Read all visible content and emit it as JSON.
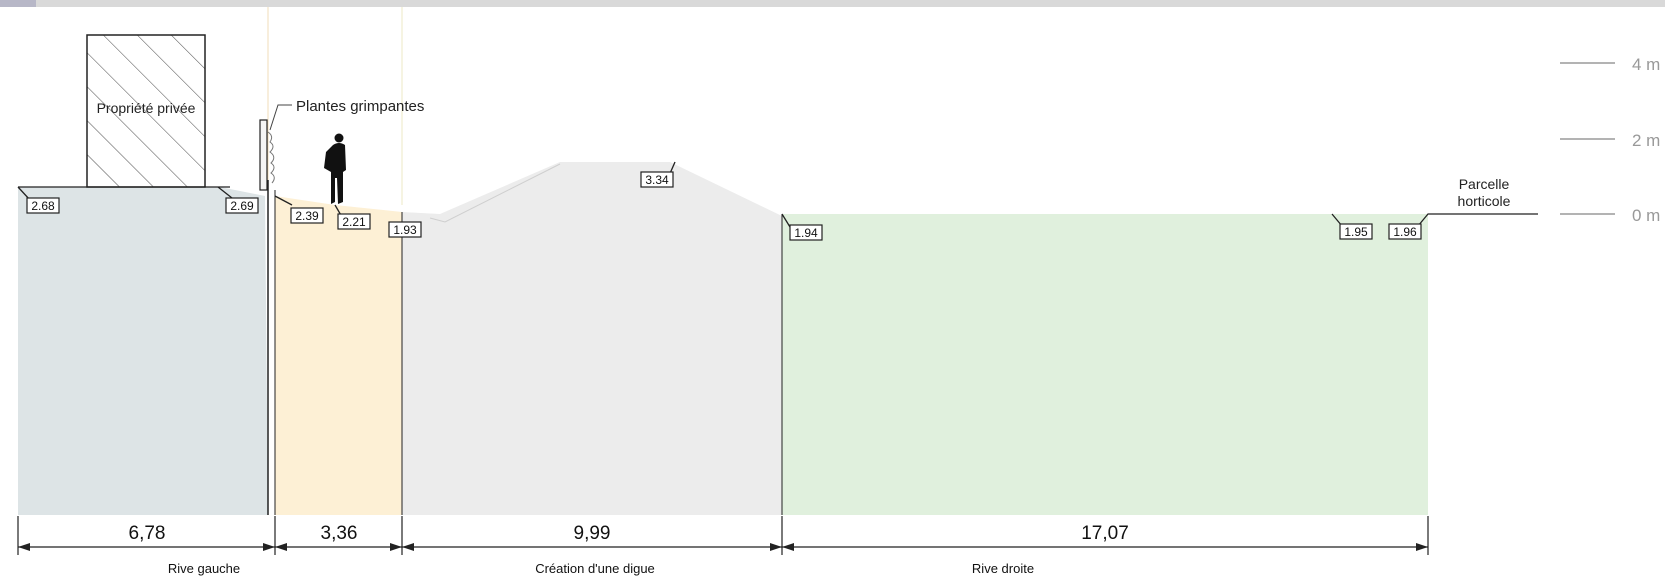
{
  "labels": {
    "private_property": "Propriété privée",
    "climbing_plants": "Plantes grimpantes",
    "parcel_line1": "Parcelle",
    "parcel_line2": "horticole"
  },
  "elevations": [
    "2.68",
    "2.69",
    "2.39",
    "2.21",
    "1.93",
    "3.34",
    "1.94",
    "1.95",
    "1.96"
  ],
  "dimensions": [
    "6,78",
    "3,36",
    "9,99",
    "17,07"
  ],
  "sections": [
    "Rive gauche",
    "Création d'une digue",
    "Rive droite"
  ],
  "scale": [
    "4 m",
    "2 m",
    "0 m"
  ],
  "colors": {
    "rive_gauche": "#dde4e6",
    "planting_strip": "#fdf0d5",
    "digue": "#ececec",
    "rive_droite": "#e0f0dd",
    "top_bar": "#d9d9d9"
  }
}
